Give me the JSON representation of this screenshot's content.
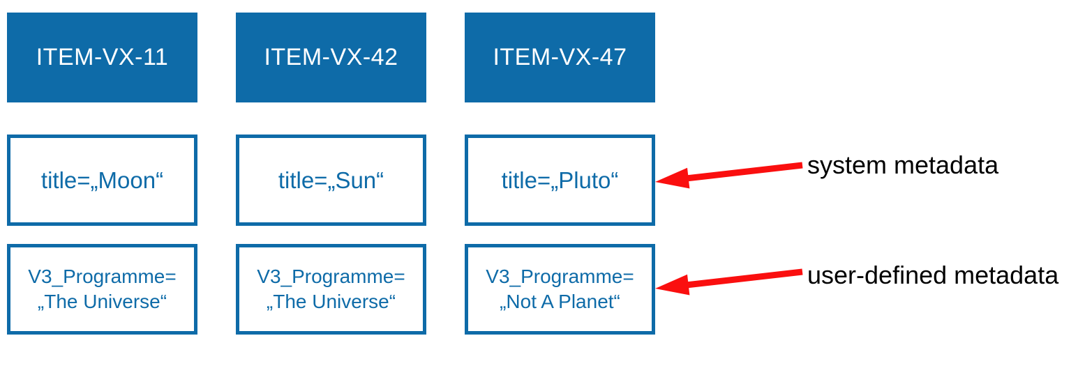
{
  "colors": {
    "brand_blue": "#0E6BA8",
    "arrow_red": "#FA0F0F",
    "text_black": "#000000"
  },
  "columns": [
    {
      "item_id": "ITEM-VX-11",
      "system_metadata": "title=„Moon“",
      "user_metadata": [
        "V3_Programme=",
        "„The Universe“"
      ]
    },
    {
      "item_id": "ITEM-VX-42",
      "system_metadata": "title=„Sun“",
      "user_metadata": [
        "V3_Programme=",
        "„The Universe“"
      ]
    },
    {
      "item_id": "ITEM-VX-47",
      "system_metadata": "title=„Pluto“",
      "user_metadata": [
        "V3_Programme=",
        "„Not A Planet“"
      ]
    }
  ],
  "annotations": {
    "system": "system metadata",
    "user": "user-defined metadata"
  }
}
